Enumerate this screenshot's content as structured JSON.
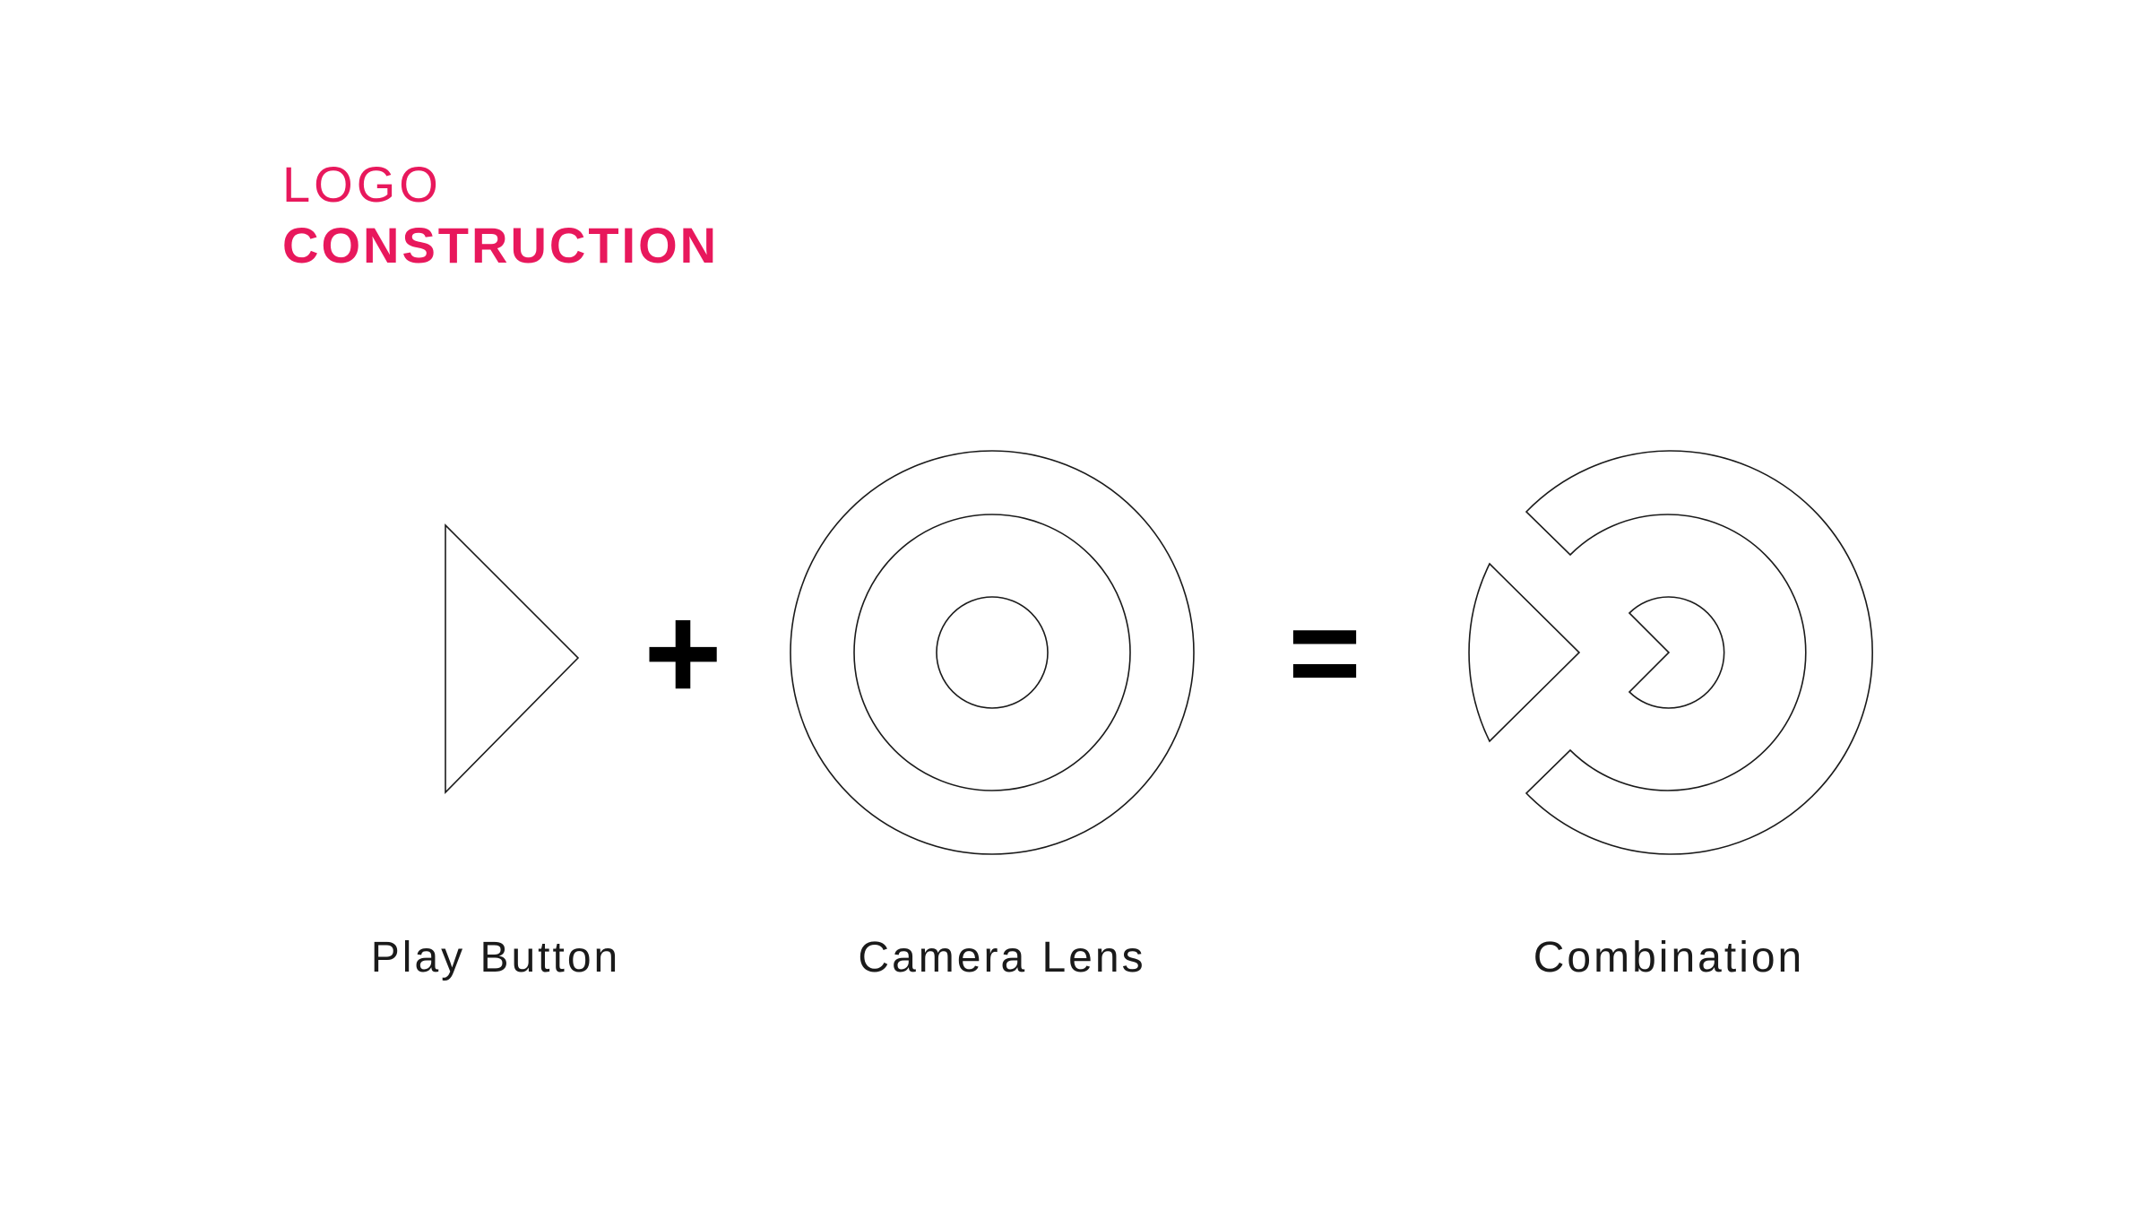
{
  "heading": {
    "line1": "LOGO",
    "line2": "CONSTRUCTION"
  },
  "colors": {
    "accent": "#e8185c",
    "stroke": "#1a1a1a",
    "operators": "#000000",
    "background": "#ffffff"
  },
  "operators": {
    "plus": "+",
    "equals": "="
  },
  "captions": {
    "play_button": "Play Button",
    "camera_lens": "Camera Lens",
    "combination": "Combination"
  }
}
